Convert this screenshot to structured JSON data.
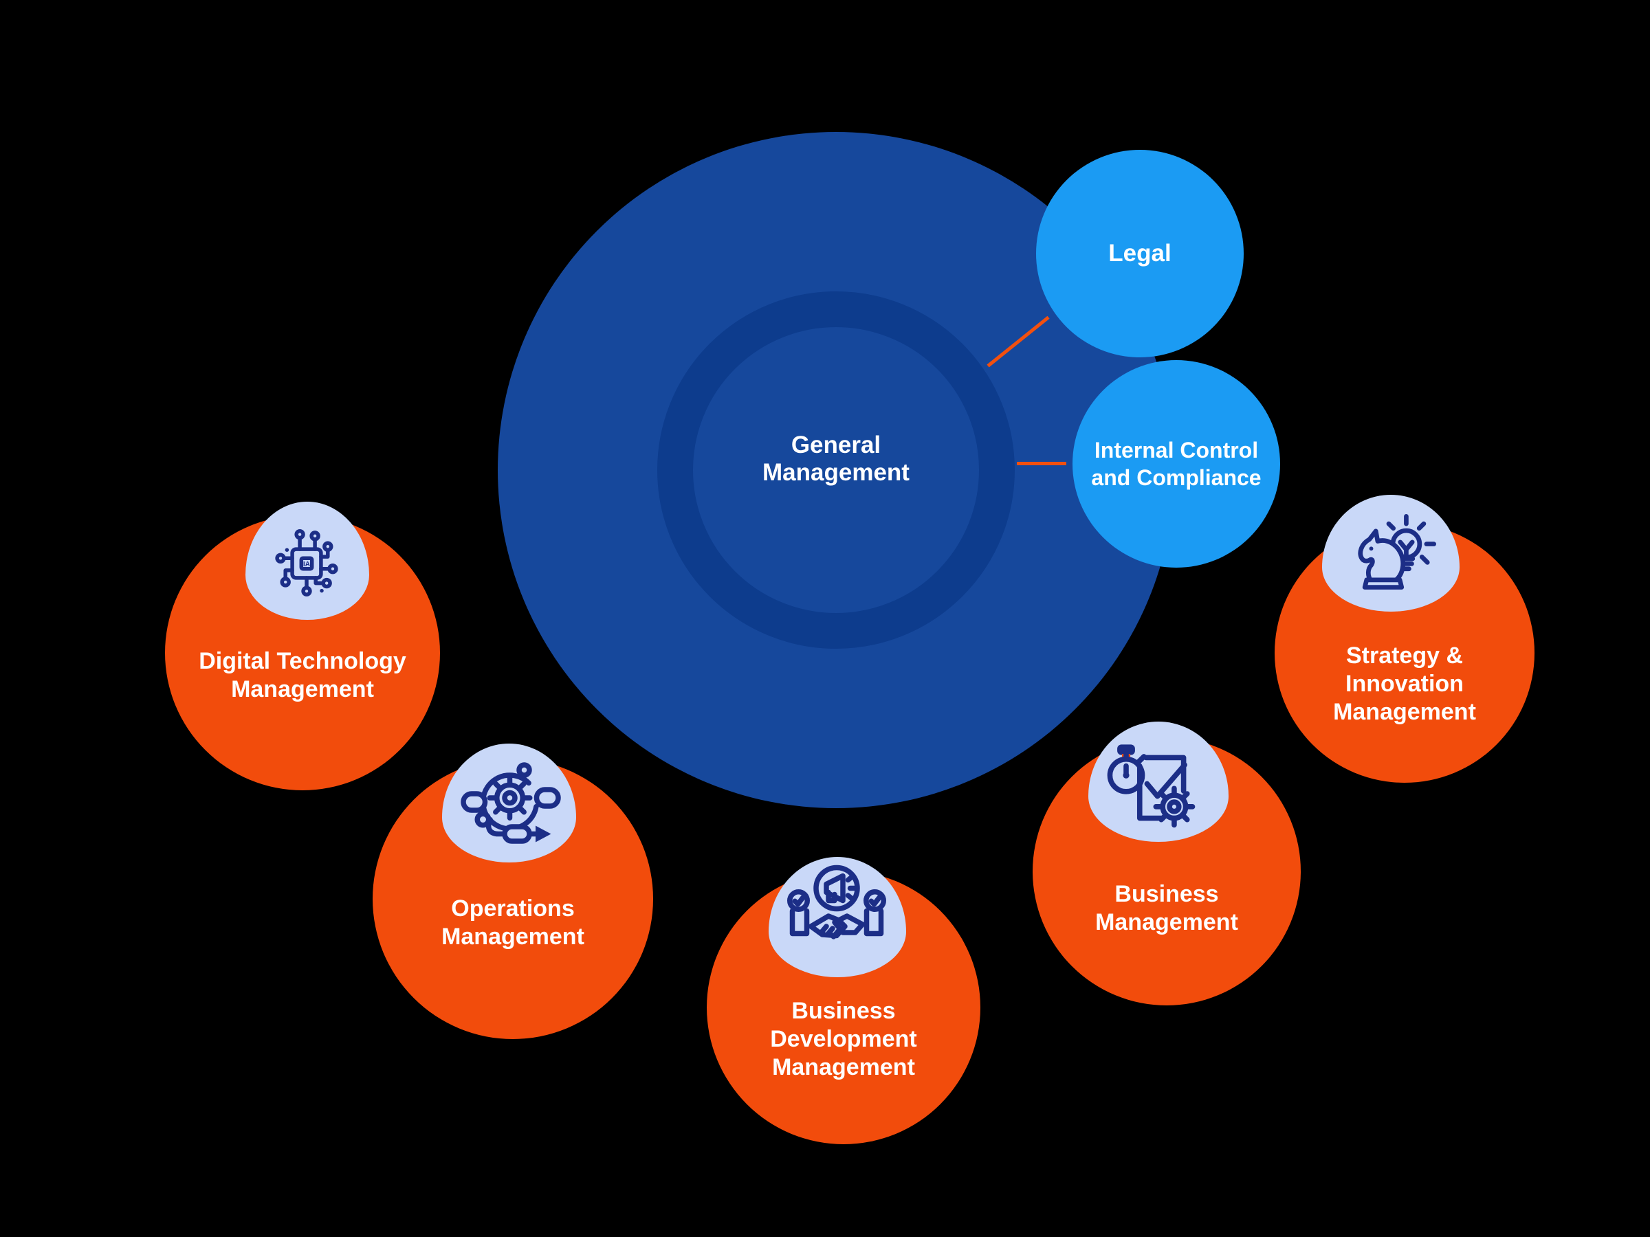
{
  "colors": {
    "background": "#000000",
    "navy": "#16489C",
    "ring": "#0D3C8D",
    "blue": "#1B9BF3",
    "orange": "#F24C0C",
    "blob": "#C9D8F8",
    "icon_stroke": "#1C2E87",
    "text": "#FFFFFF",
    "connector": "#F2500F"
  },
  "center": {
    "lines": [
      "General",
      "Management"
    ]
  },
  "satellites": {
    "legal": {
      "label": "Legal"
    },
    "internal_control": {
      "lines": [
        "Internal Control",
        "and Compliance"
      ]
    },
    "digital_technology": {
      "lines": [
        "Digital Technology",
        "Management"
      ],
      "icon": "ai-chip-icon"
    },
    "operations": {
      "lines": [
        "Operations",
        "Management"
      ],
      "icon": "agile-process-gear-icon"
    },
    "business_development": {
      "lines": [
        "Business",
        "Development",
        "Management"
      ],
      "icon": "handshake-megaphone-icon"
    },
    "business": {
      "lines": [
        "Business",
        "Management"
      ],
      "icon": "stopwatch-check-gear-icon"
    },
    "strategy_innovation": {
      "lines": [
        "Strategy &",
        "Innovation",
        "Management"
      ],
      "icon": "chess-knight-lightbulb-icon"
    }
  }
}
